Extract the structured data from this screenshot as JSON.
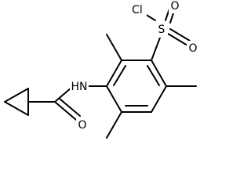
{
  "molecule": {
    "atoms": {
      "sulfur": "S",
      "chlorine": "Cl",
      "oxygen_top": "O",
      "oxygen_right": "O",
      "amide_nitrogen": "HN",
      "carbonyl_oxygen": "O"
    }
  }
}
